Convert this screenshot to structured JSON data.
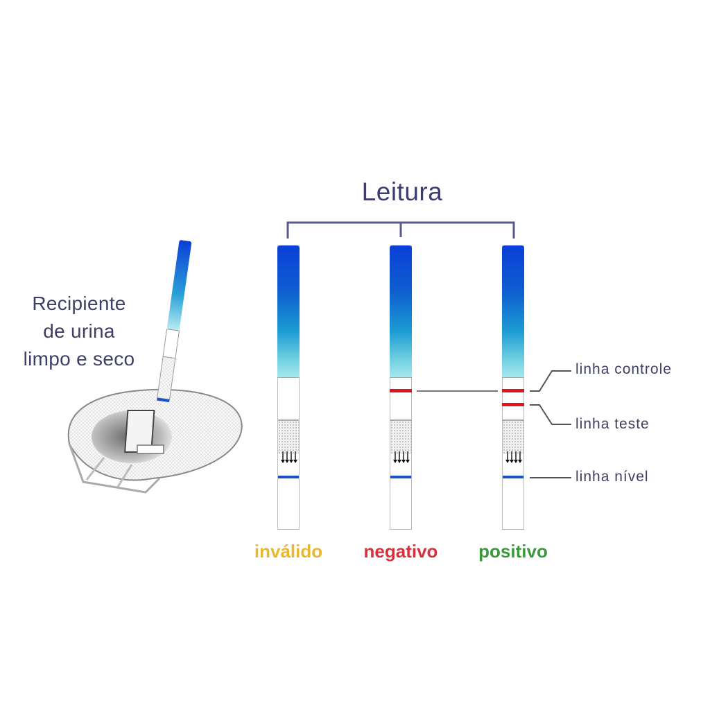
{
  "title": "Leitura",
  "container_label": [
    "Recipiente",
    "de urina",
    "limpo e seco"
  ],
  "strips": [
    {
      "id": "invalido",
      "label": "inválido",
      "label_color": "#e8b930",
      "control_line": false,
      "test_line": false,
      "level_line": true
    },
    {
      "id": "negativo",
      "label": "negativo",
      "label_color": "#d9303b",
      "control_line": true,
      "test_line": false,
      "level_line": true
    },
    {
      "id": "positivo",
      "label": "positivo",
      "label_color": "#3b9a3b",
      "control_line": true,
      "test_line": true,
      "level_line": true
    }
  ],
  "callouts": {
    "control": "linha controle",
    "test": "linha teste",
    "level": "linha nível"
  },
  "colors": {
    "text": "#3f3f66",
    "bracket": "#5a5a8a",
    "control_line": "#e0141e",
    "level_line": "#1a52c8",
    "strip_top": "#0a3fd6",
    "strip_fade": "#a6e6ee"
  }
}
